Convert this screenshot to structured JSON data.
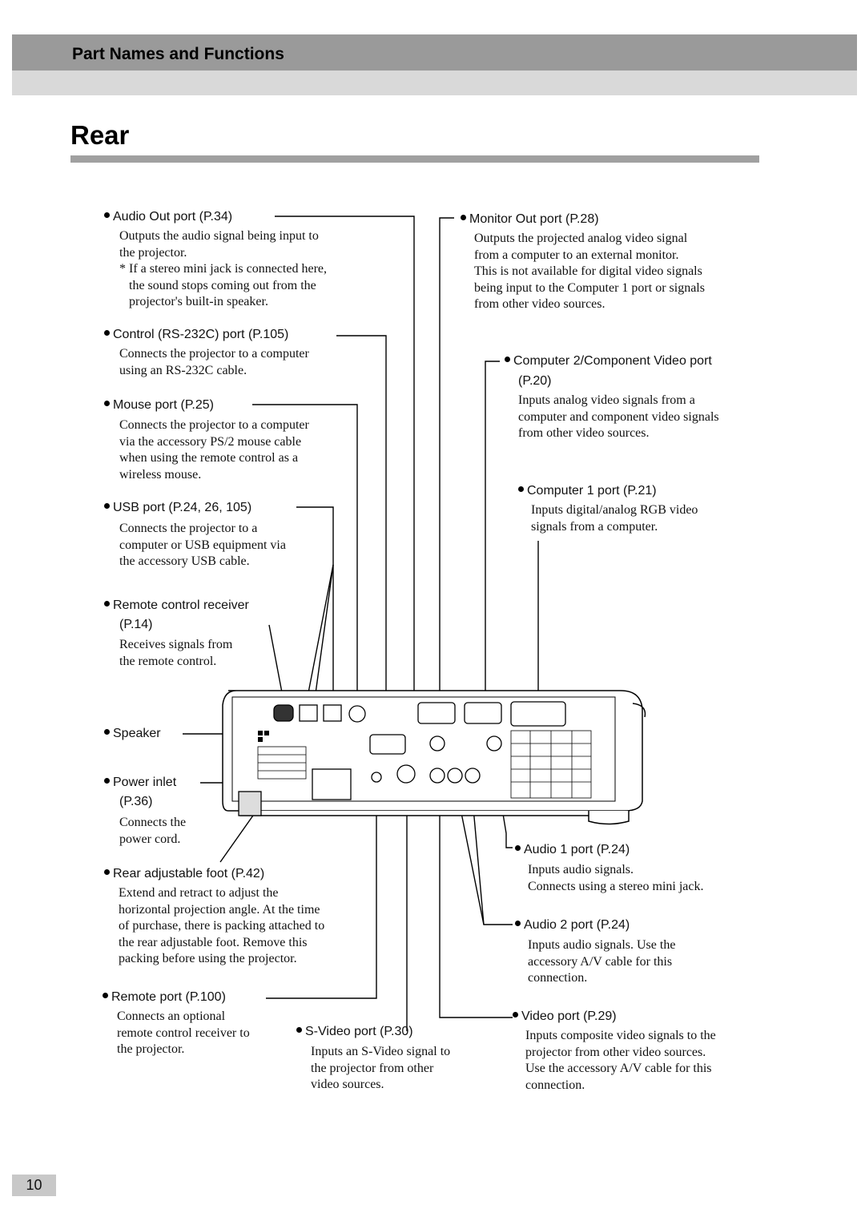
{
  "header": {
    "section_title": "Part Names and Functions"
  },
  "page": {
    "title": "Rear",
    "number": "10"
  },
  "left_items": [
    {
      "label": "Audio Out port (P.34)",
      "desc": "Outputs the audio signal being input to\nthe projector.\n* If a stereo mini jack is connected here,\n   the sound stops coming out from the\n   projector's built-in speaker."
    },
    {
      "label": "Control (RS-232C) port (P.105)",
      "desc": "Connects the projector to a computer\nusing an RS-232C cable."
    },
    {
      "label": "Mouse port (P.25)",
      "desc": "Connects the projector to a computer\nvia the accessory PS/2 mouse cable\nwhen using the remote control as a\nwireless mouse."
    },
    {
      "label": "USB port (P.24, 26, 105)",
      "desc": "Connects the projector to a\ncomputer or USB equipment via\nthe accessory USB cable."
    },
    {
      "label": "Remote control receiver",
      "label2": "(P.14)",
      "desc": "Receives signals from\nthe remote control."
    },
    {
      "label": "Speaker"
    },
    {
      "label": "Power inlet",
      "label2": "(P.36)",
      "desc": "Connects the\npower cord."
    },
    {
      "label": "Rear adjustable foot (P.42)",
      "desc": "Extend and retract to adjust the\nhorizontal projection angle. At the time\nof purchase, there is packing attached to\nthe rear adjustable foot. Remove this\npacking before using the projector."
    },
    {
      "label": "Remote port (P.100)",
      "desc": "Connects an optional\nremote control receiver to\nthe projector."
    }
  ],
  "right_items": [
    {
      "label": "Monitor Out port (P.28)",
      "desc": "Outputs the projected analog video signal\nfrom a computer to an external monitor.\nThis is not available for digital video signals\nbeing input to the Computer 1 port or signals\nfrom other video sources."
    },
    {
      "label": "Computer 2/Component Video port",
      "label2": "(P.20)",
      "desc": "Inputs analog video signals from a\ncomputer and component video signals\nfrom other video sources."
    },
    {
      "label": "Computer 1 port (P.21)",
      "desc": "Inputs digital/analog RGB video\nsignals from a computer."
    },
    {
      "label": "Audio 1 port (P.24)",
      "desc": "Inputs audio signals.\nConnects using a stereo mini jack."
    },
    {
      "label": "Audio 2 port (P.24)",
      "desc": "Inputs audio signals. Use the\naccessory A/V cable for this\nconnection."
    },
    {
      "label": "Video port (P.29)",
      "desc": "Inputs composite video signals to the\nprojector from other video sources.\nUse the accessory A/V cable for this\nconnection."
    }
  ],
  "bottom_item": {
    "label": "S-Video port (P.30)",
    "desc": "Inputs an S-Video signal to\nthe projector from other\nvideo sources."
  }
}
